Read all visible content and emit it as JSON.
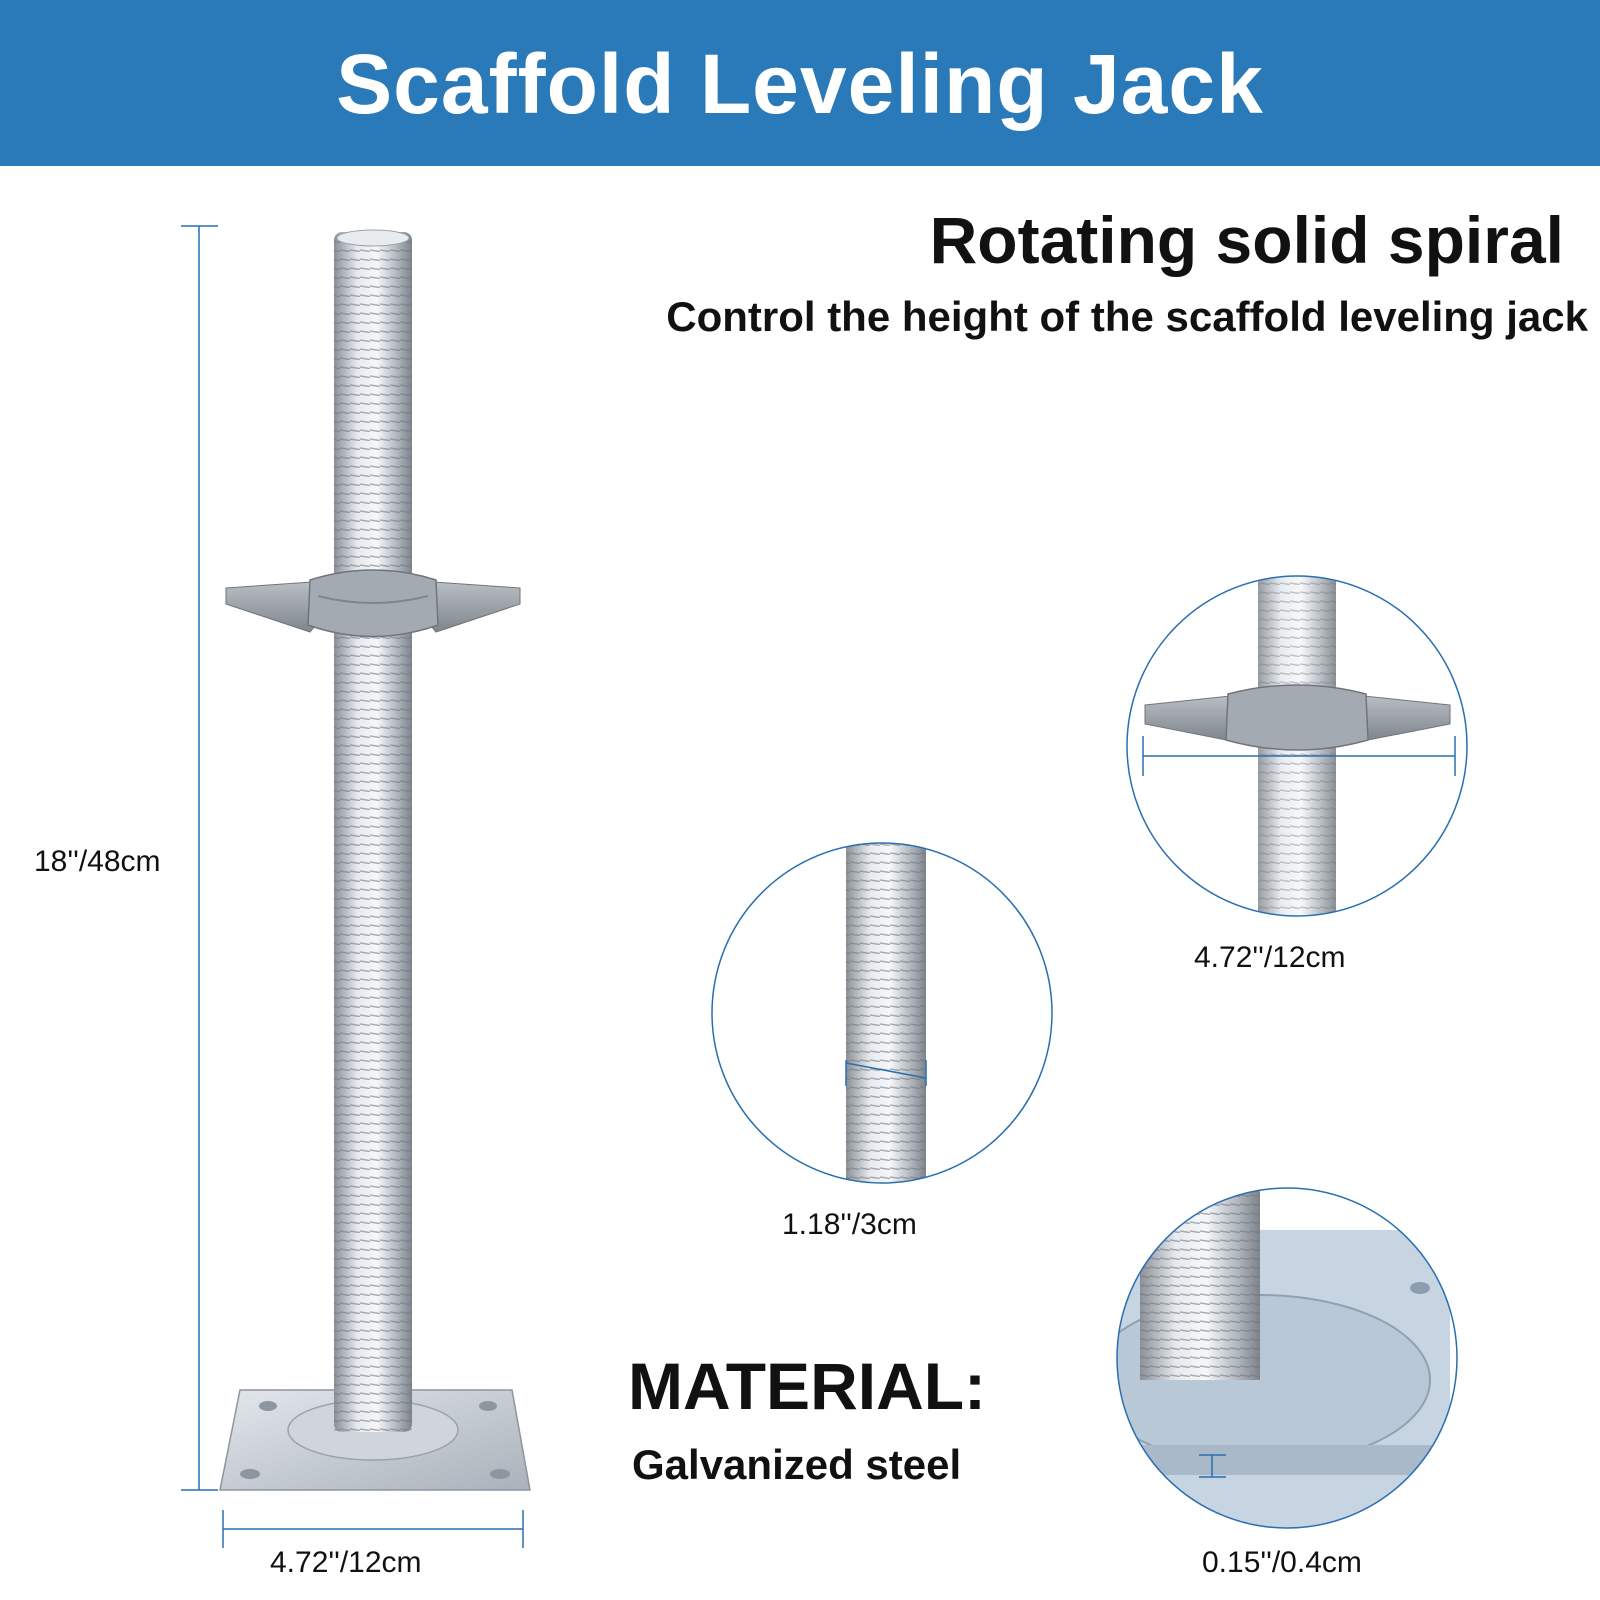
{
  "header": {
    "title": "Scaffold Leveling Jack",
    "background_color": "#2a7ab9"
  },
  "feature": {
    "heading": "Rotating solid spiral",
    "subheading": "Control the height of the scaffold leveling jack"
  },
  "dimensions": {
    "height": "18''/48cm",
    "base_width": "4.72''/12cm",
    "handle_width": "4.72''/12cm",
    "thread_diameter": "1.18''/3cm",
    "plate_thickness": "0.15''/0.4cm"
  },
  "material": {
    "label": "MATERIAL:",
    "value": "Galvanized steel"
  },
  "colors": {
    "accent": "#2a7ab9",
    "steel": "#c4c9cf",
    "dimension_line": "#2a6fb0"
  }
}
